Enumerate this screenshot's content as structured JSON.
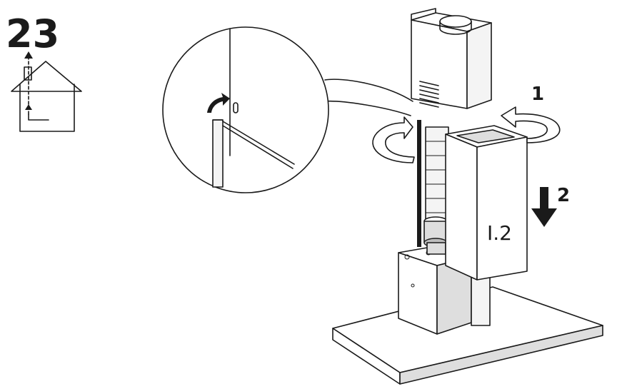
{
  "step": {
    "number": "23"
  },
  "icons": {
    "indoor": "house-vent-icon"
  },
  "arrows": [
    {
      "label": "1",
      "meaning": "rotate"
    },
    {
      "label": "2",
      "meaning": "lower"
    }
  ],
  "parts": {
    "upper_chimney_label": "I.2"
  },
  "colors": {
    "line": "#1a1a1a",
    "shade": "#dedede",
    "background": "#ffffff"
  }
}
